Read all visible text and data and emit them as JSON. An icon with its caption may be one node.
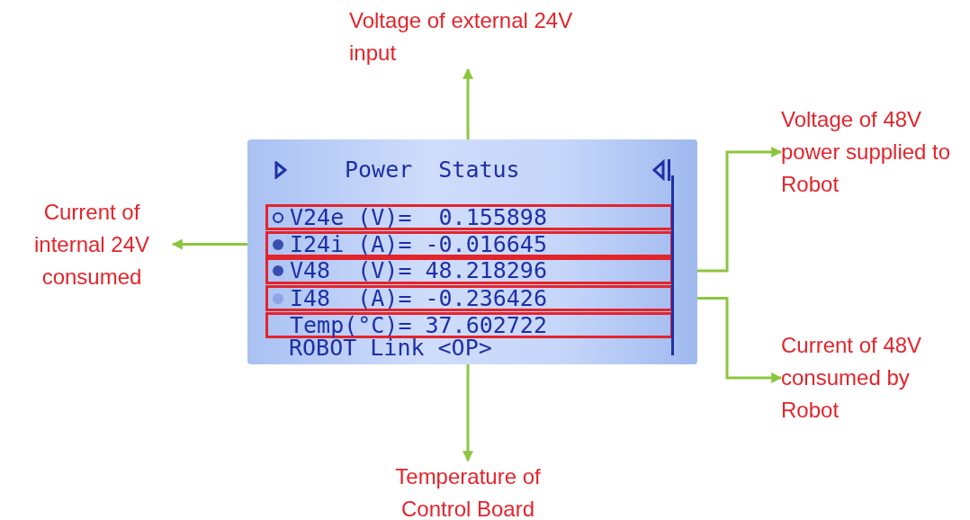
{
  "diagram": {
    "nodes": [
      {
        "text": [
          "Power Status"
        ]
      },
      {
        "text": [
          "V24e (V)=  0.155898"
        ],
        "in": 0
      },
      {
        "text": [
          "I24i (A)= -0.016645"
        ],
        "in": 0
      },
      {
        "text": [
          "V48  (V)= 48.218296"
        ],
        "in": 0
      },
      {
        "text": [
          "I48  (A)= -0.236426"
        ],
        "in": 0
      },
      {
        "text": [
          "Temp(°C)= 37.602722"
        ],
        "in": 0
      },
      {
        "text": [
          "Voltage of external 24V input"
        ]
      },
      {
        "text": [
          "Current of internal 24V consumed"
        ]
      },
      {
        "text": [
          "Voltage of 48V power supplied to Robot"
        ]
      },
      {
        "text": [
          "Current of 48V consumed by Robot"
        ]
      },
      {
        "text": [
          "Temperature of Control Board"
        ]
      }
    ],
    "edges": [
      {
        "from": 1,
        "to": 6,
        "arrow": "to"
      },
      {
        "from": 2,
        "to": 7,
        "arrow": "to"
      },
      {
        "from": 3,
        "to": 8,
        "arrow": "to"
      },
      {
        "from": 4,
        "to": 9,
        "arrow": "to"
      },
      {
        "from": 5,
        "to": 10,
        "arrow": "to"
      }
    ],
    "labels": [
      "ROBOT Link <OP>"
    ]
  }
}
